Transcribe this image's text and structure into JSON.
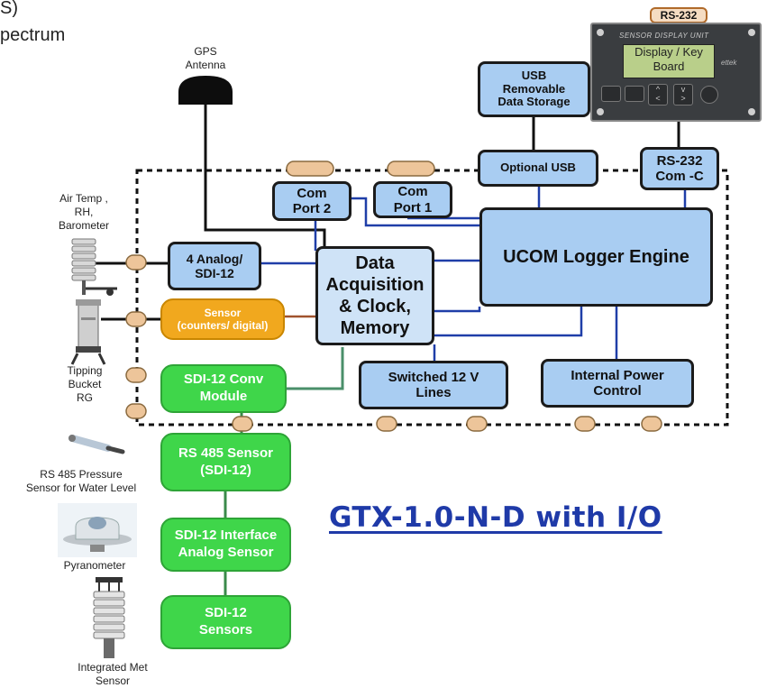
{
  "cutoff_text": {
    "top": "S)",
    "second": "pectrum"
  },
  "title": "GTX-1.0-N-D with I/O",
  "display_unit": {
    "header_tag": "RS-232",
    "brand": "SENSOR DISPLAY UNIT",
    "screen_text": "Display / Key\nBoard",
    "side_text": "ettek"
  },
  "blocks": {
    "usb_storage": "USB\nRemovable\nData Storage",
    "optional_usb": "Optional USB",
    "rs232_com": "RS-232\nCom -C",
    "com_port2": "Com\nPort 2",
    "com_port1": "Com\nPort 1",
    "ucom": "UCOM Logger Engine",
    "analog": "4 Analog/\nSDI-12",
    "data_acq": "Data\nAcquisition\n& Clock,\nMemory",
    "sensor_counters": "Sensor\n(counters/ digital)",
    "sdi12_conv": "SDI-12 Conv\nModule",
    "switched12v": "Switched 12 V\nLines",
    "internal_power": "Internal Power\nControl",
    "rs485_sensor": "RS 485 Sensor\n(SDI-12)",
    "sdi12_interface": "SDI-12 Interface\nAnalog Sensor",
    "sdi12_sensors": "SDI-12\nSensors"
  },
  "labels": {
    "gps": "GPS\nAntenna",
    "air_temp": "Air Temp ,\nRH,\nBarometer",
    "tipping": "Tipping\nBucket\nRG",
    "rs485_pressure": "RS 485 Pressure\nSensor for Water Level",
    "pyranometer": "Pyranometer",
    "integrated_met": "Integrated Met\nSensor"
  },
  "colors": {
    "box_blue": "#a9cdf2",
    "box_light_blue": "#cfe3f7",
    "sensor_green": "#3fd64a",
    "sensor_orange": "#f1a81e",
    "connector_tan": "#edc59a",
    "wire_blue": "#1f3ea8",
    "wire_teal": "#4a8f6a",
    "wire_brown": "#a0522d",
    "title_blue": "#1f3aa8"
  }
}
